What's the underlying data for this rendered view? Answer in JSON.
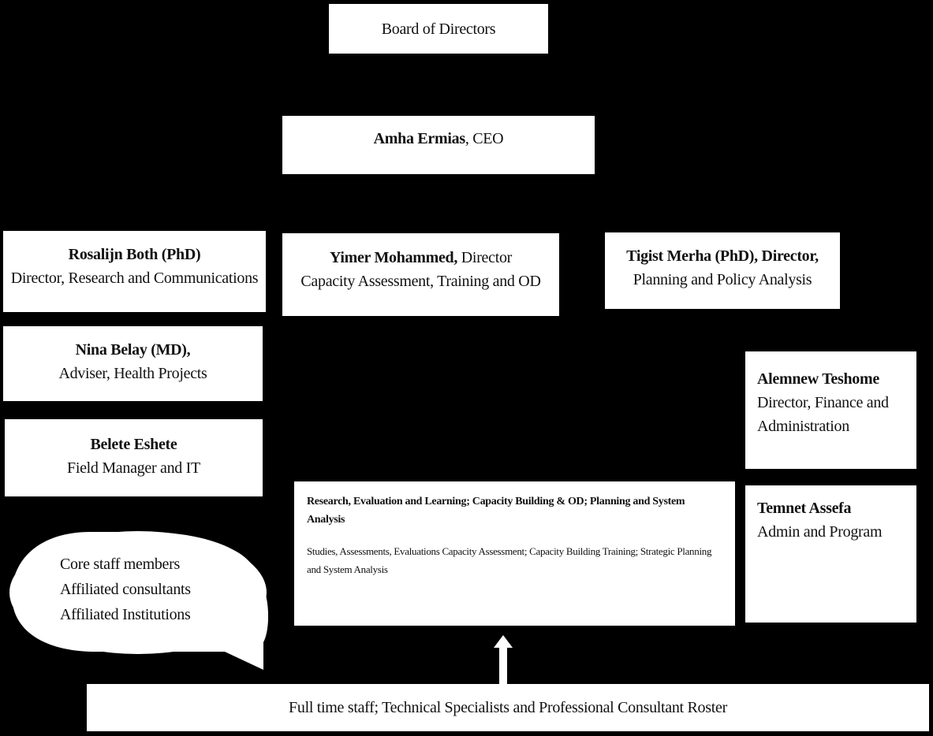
{
  "board": {
    "title": "Board of Directors"
  },
  "ceo": {
    "name": "Amha Ermias",
    "role": ", CEO"
  },
  "directors": [
    {
      "name": "Rosalijn Both (PhD)",
      "role": "Director, Research and Communications"
    },
    {
      "name": "Yimer Mohammed,",
      "role_inline": " Director",
      "role": "Capacity Assessment, Training and OD"
    },
    {
      "name": "Tigist Merha (PhD), Director,",
      "role": "Planning and Policy Analysis"
    }
  ],
  "left_staff": [
    {
      "name": "Nina Belay (MD),",
      "role": "Adviser, Health Projects"
    },
    {
      "name": "Belete Eshete",
      "role": "Field Manager and IT"
    }
  ],
  "right_staff": [
    {
      "name": "Alemnew Teshome",
      "role_line1": "Director, Finance and",
      "role_line2": "Administration"
    },
    {
      "name": "Temnet Assefa",
      "role": "Admin and Program"
    }
  ],
  "center": {
    "heading": "Research, Evaluation and Learning; Capacity Building & OD; Planning and System Analysis",
    "body": "Studies, Assessments, Evaluations Capacity Assessment; Capacity Building Training; Strategic Planning and System Analysis"
  },
  "callout": {
    "lines": [
      "Core staff members",
      "Affiliated consultants",
      "Affiliated Institutions"
    ]
  },
  "footer": {
    "text": "Full time staff; Technical Specialists and Professional Consultant Roster"
  }
}
